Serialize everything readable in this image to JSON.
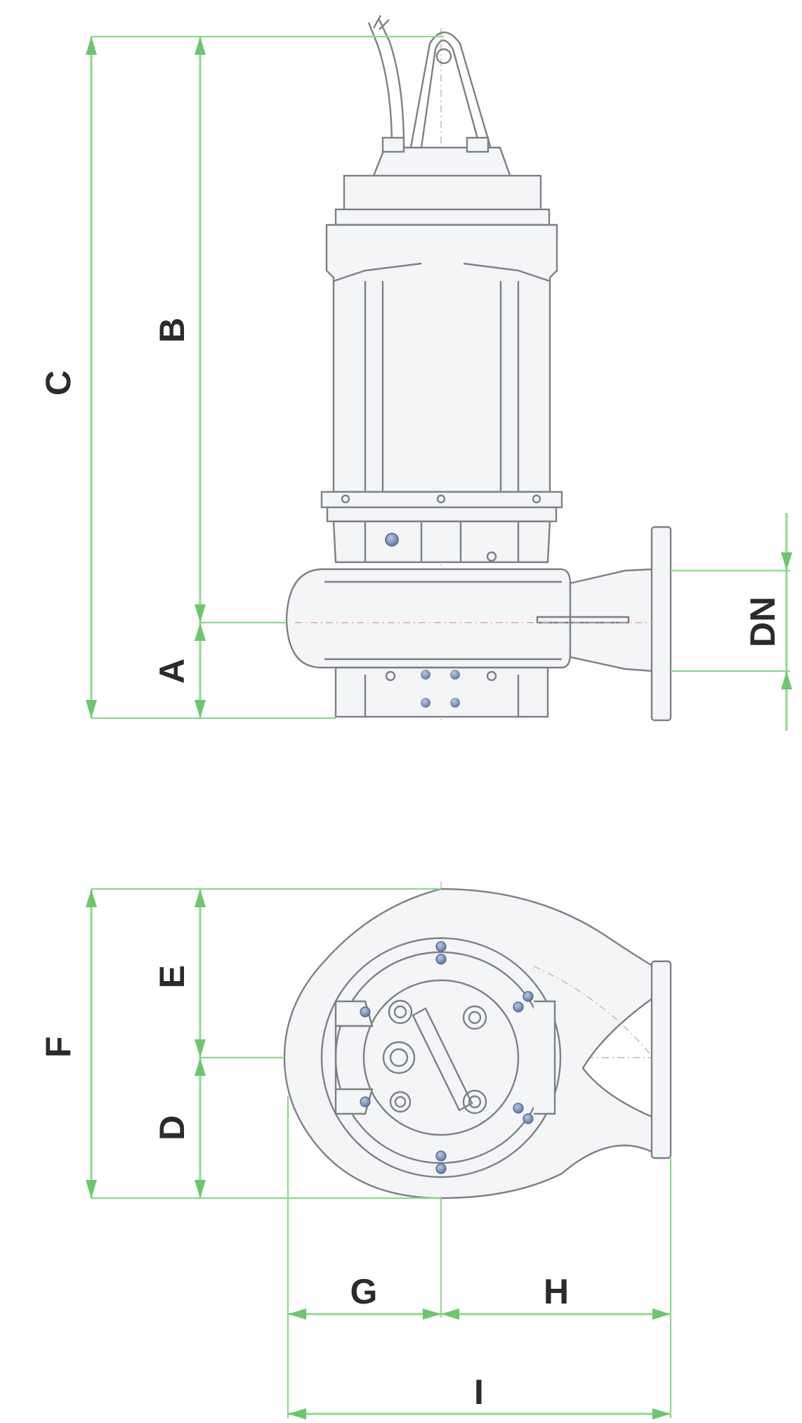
{
  "labels": {
    "A": "A",
    "B": "B",
    "C": "C",
    "DN": "DN",
    "D": "D",
    "E": "E",
    "F": "F",
    "G": "G",
    "H": "H",
    "I": "I"
  },
  "colors": {
    "dimension": "#8ed98e",
    "drawing": "#7d8086",
    "centerline": "#d7a9b0",
    "bolt": "#6f87b0",
    "text": "#2b2b2b"
  },
  "icons": {
    "pump_side_view": "submersible-pump-side-elevation",
    "pump_top_view": "submersible-pump-plan-view"
  }
}
